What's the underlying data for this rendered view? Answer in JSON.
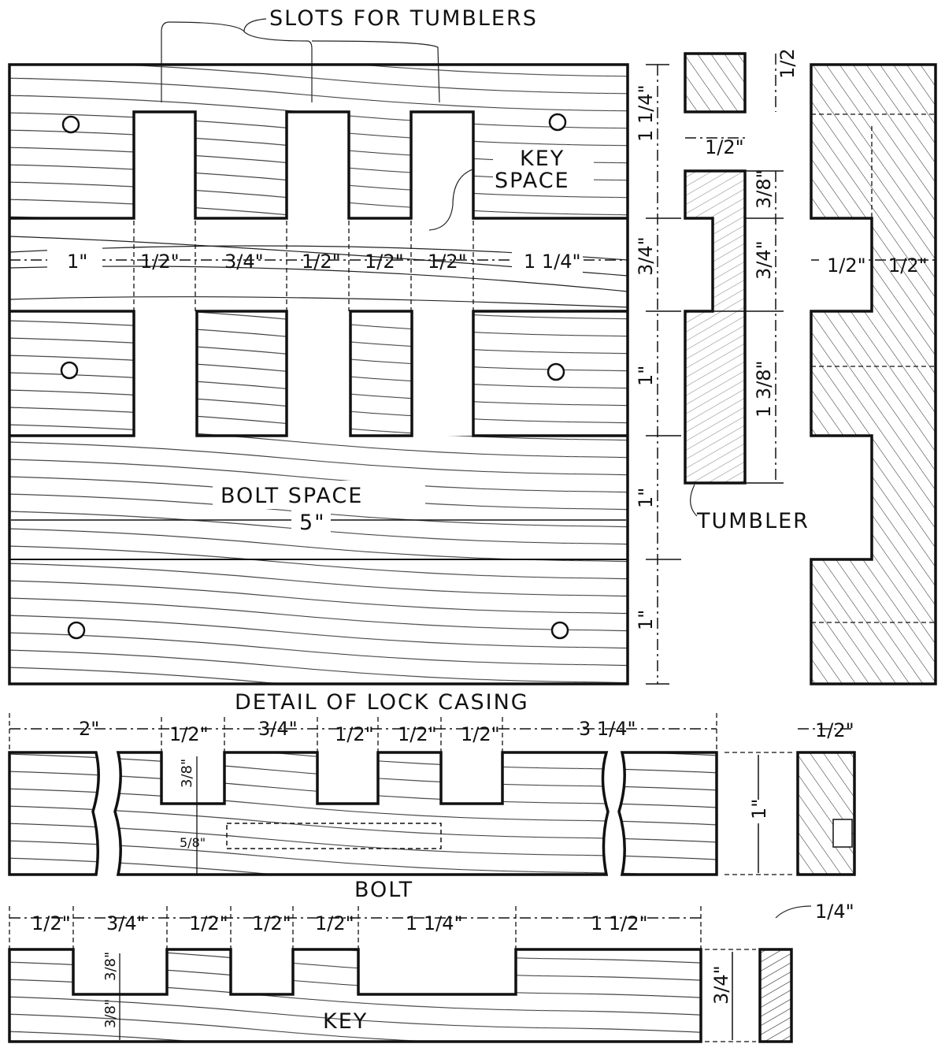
{
  "labels": {
    "slots_for_tumblers": "SLOTS FOR TUMBLERS",
    "key": "KEY",
    "space": "SPACE",
    "bolt_space": "BOLT SPACE",
    "casing_width": "5\"",
    "detail_title": "DETAIL OF LOCK CASING",
    "tumbler": "TUMBLER",
    "bolt": "BOLT",
    "key_label": "KEY"
  },
  "casing_dims_horizontal": [
    "1\"",
    "1/2\"",
    "3/4\"",
    "1/2\"",
    "1/2\"",
    "1/2\"",
    "1 1/4\""
  ],
  "casing_dims_vertical": [
    "1 1/4\"",
    "3/4\"",
    "1\"",
    "1\"",
    "1\""
  ],
  "tumbler_dims": {
    "top_height": "1/2",
    "top_width": "1/2\"",
    "v1": "3/8\"",
    "v2": "3/4\"",
    "v3": "1 3/8\""
  },
  "side_section_dims": [
    "1/2\"",
    "1/2\""
  ],
  "bolt_dims_horizontal": [
    "2\"",
    "1/2\"",
    "3/4\"",
    "1/2\"",
    "1/2\"",
    "1/2\"",
    "3 1/4\""
  ],
  "bolt_dims_other": {
    "slot_depth": "3/8\"",
    "pin": "5/8\"",
    "height": "1\"",
    "end_width": "1/2\""
  },
  "key_dims_horizontal": [
    "1/2\"",
    "3/4\"",
    "1/2\"",
    "1/2\"",
    "1/2\"",
    "1 1/4\"",
    "1 1/2\""
  ],
  "key_dims_other": {
    "notch_depth": "3/8\"",
    "bottom": "3/8\"",
    "height": "3/4\"",
    "end_width": "1/4\""
  }
}
